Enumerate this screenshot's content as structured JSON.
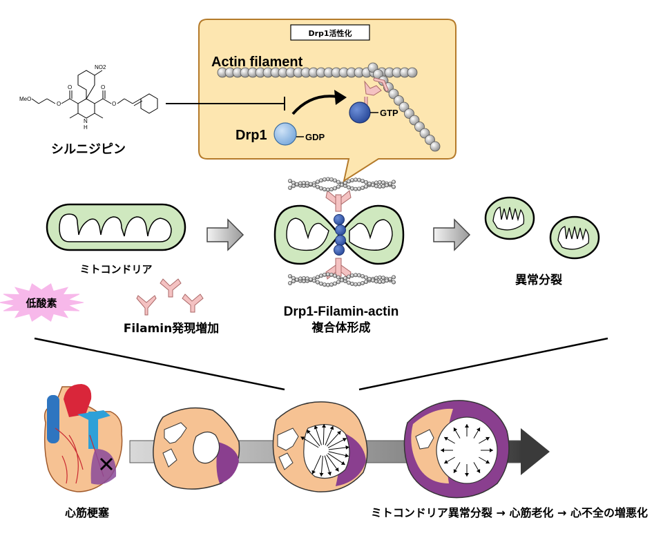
{
  "callout": {
    "title": "Drp1活性化",
    "actin_label": "Actin filament",
    "drp1_label": "Drp1",
    "gdp_label": "GDP",
    "gtp_label": "GTP"
  },
  "drug": {
    "name": "シルニジピン",
    "no2_label": "NO2",
    "meo_label": "MeO",
    "n_label": "N",
    "h_label": "H",
    "o_label": "O"
  },
  "fission": {
    "mito_label": "ミトコンドリア",
    "complex_label_line1": "Drp1-Filamin-actin",
    "complex_label_line2": "複合体形成",
    "abnormal_label": "異常分裂"
  },
  "hypoxia": {
    "label": "低酸素",
    "filamin_label": "Filamin発現増加"
  },
  "bottom": {
    "mi_label": "心筋梗塞",
    "progress_label": "ミトコンドリア異常分裂 → 心筋老化 → 心不全の増悪化"
  },
  "colors": {
    "callout_fill": "#fde6b0",
    "mito_fill": "#cfe8bf",
    "heart_tissue": "#f6c293",
    "fibrosis": "#7b3f8f",
    "drp1_gdp": "#9cc3ea",
    "drp1_gtp": "#3f63b8",
    "filamin": "#f4c2c2",
    "hypoxia_burst": "#f7b8ea"
  }
}
